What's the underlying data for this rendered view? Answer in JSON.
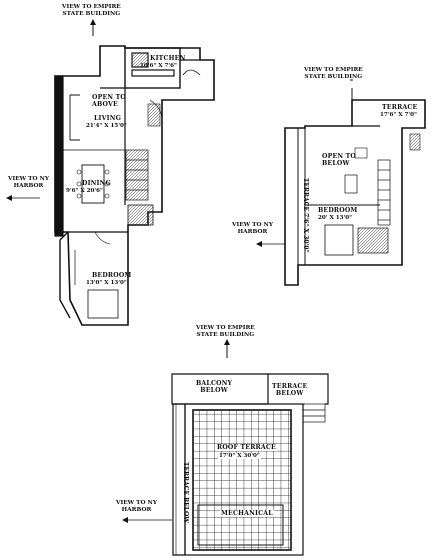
{
  "views": {
    "empire_top": [
      "VIEW TO EMPIRE",
      "STATE BUILDING"
    ],
    "empire_right": [
      "VIEW TO EMPIRE",
      "STATE BUILDING"
    ],
    "empire_bottom": [
      "VIEW TO EMPIRE",
      "STATE BUILDING"
    ],
    "harbor_left": [
      "VIEW TO NY",
      "HARBOR"
    ],
    "harbor_mid": [
      "VIEW TO NY",
      "HARBOR"
    ],
    "harbor_bottom": [
      "VIEW TO NY",
      "HARBOR"
    ]
  },
  "level1": {
    "kitchen": {
      "name": "KITCHEN",
      "dim": "10'6\" X 7'6\""
    },
    "open": [
      "OPEN TO",
      "ABOVE"
    ],
    "living": {
      "name": "LIVING",
      "dim": "21'4\" X 15'0\""
    },
    "dining": {
      "name": "DINING",
      "dim": "9'6\" X 20'6\""
    },
    "bedroom": {
      "name": "BEDROOM",
      "dim": "13'0\" X 13'0\""
    }
  },
  "level2": {
    "terrace": {
      "name": "TERRACE",
      "dim": "17'6\" X 7'0\""
    },
    "open": [
      "OPEN TO",
      "BELOW"
    ],
    "terrace_side": "TERRACE 7'6\" X 30'0\"",
    "bedroom": {
      "name": "BEDROOM",
      "dim": "20' X 13'0\""
    }
  },
  "level3": {
    "balcony": [
      "BALCONY",
      "BELOW"
    ],
    "terrace": [
      "TERRACE",
      "BELOW"
    ],
    "roof": {
      "name": "ROOF TERRACE",
      "dim": "17'0\" X 30'0\""
    },
    "terrace_below": "TERRACE BELOW",
    "mechanical": "MECHANICAL"
  }
}
